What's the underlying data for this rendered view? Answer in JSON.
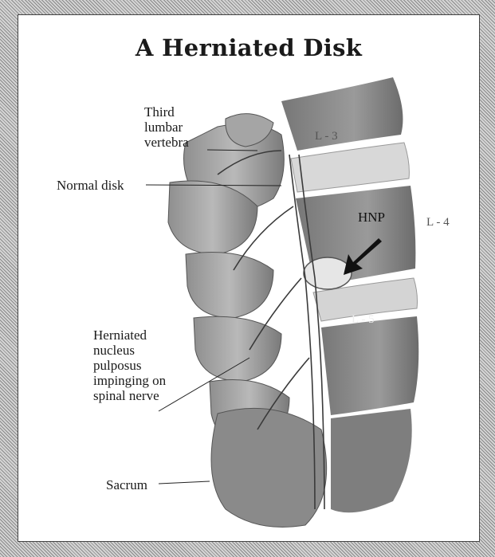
{
  "figure": {
    "title": "A Herniated Disk",
    "labels": {
      "third_lumbar": [
        "Third",
        "lumbar",
        "vertebra"
      ],
      "normal_disk": "Normal disk",
      "herniated": [
        "Herniated",
        "nucleus",
        "pulposus",
        "impinging on",
        "spinal nerve"
      ],
      "sacrum": "Sacrum",
      "hnp": "HNP",
      "l3": "L - 3",
      "l4": "L - 4",
      "l5": "L - 5"
    }
  }
}
